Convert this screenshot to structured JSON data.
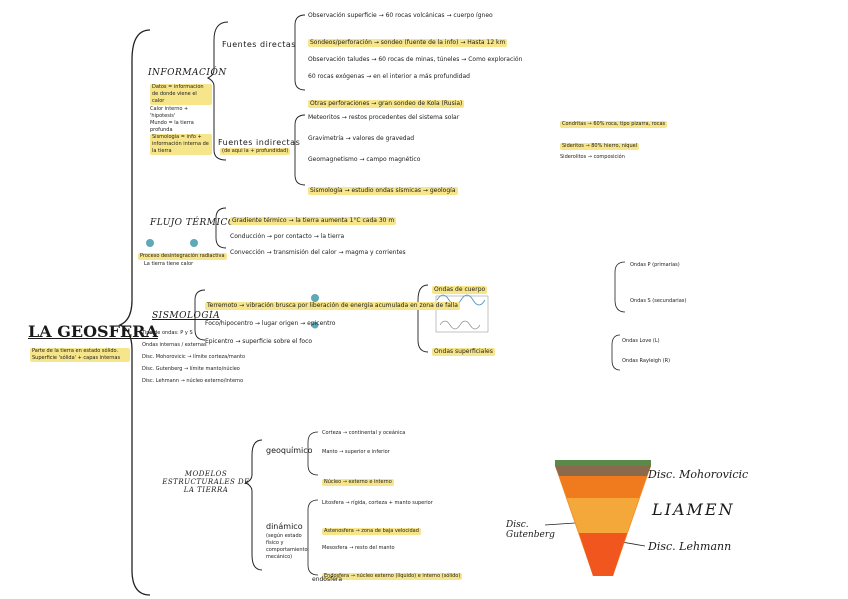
{
  "title": "LA GEOSFERA",
  "subtitle": "Parte de la tierra en estado sólido. Superficie 'sólida' + capas internas",
  "sections": {
    "info": {
      "label": "INFORMACIÓN",
      "notes": [
        "Datos = informacion de donde viene el calor",
        "Calor interno + 'hipotesis'",
        "Mundo = la tierra profunda",
        "Sismologia = info + información interna de la tierra"
      ],
      "direct": {
        "label": "Fuentes directas",
        "items": [
          "Observación superficie → 60 rocas volcánicas → cuerpo ígneo",
          "Sondeos/perforación → sondeo (fuente de la info) → Hasta 12 km",
          "Observación taludes → 60 rocas de minas, túneles → Como exploración",
          "60 rocas exógenas → en el interior a más profundidad",
          "Otras perforaciones → gran sondeo de Kola (Rusia)"
        ]
      },
      "indirect": {
        "label": "Fuentes indirectas",
        "sublabel": "(de aqui la + profundidad)",
        "items": [
          "Meteoritos → restos procedentes del sistema solar",
          "Gravimetría → valores de gravedad",
          "Geomagnetismo → campo magnético",
          "Sismología → estudio ondas sísmicas → geología"
        ],
        "right": [
          "Condritas → 60% roca, tipo pizarra, rocas",
          "Sideritos → 80% hierro, níquel",
          "Siderolitos → composición"
        ]
      }
    },
    "flujo": {
      "label": "FLUJO TÉRMICO",
      "items": [
        "Gradiente térmico → la tierra aumenta 1°C cada 30 m",
        "Conducción → por contacto → la tierra",
        "Convección → transmisión del calor → magma y corrientes"
      ],
      "notes": [
        "Proceso desintegración radiactiva",
        "La tierra tiene calor"
      ]
    },
    "sismo": {
      "label": "SISMOLOGÍA",
      "items": [
        "Terremoto → vibración brusca por liberación de energía acumulada en zona de falla",
        "Foco/hipocentro → lugar origen → epicentro",
        "Epicentro → superficie sobre el foco",
        "Ondas de cuerpo",
        "Ondas superficiales",
        "Ondas P (primarias)",
        "Ondas S (secundarias)",
        "Ondas Love (L)",
        "Ondas Rayleigh (R)"
      ],
      "left_notes": [
        "Tipo de ondas: P y S",
        "Ondas internas / externas",
        "Disc. Mohorovicic → límite corteza/manto",
        "Disc. Gutenberg → límite manto/núcleo",
        "Disc. Lehmann → núcleo externo/interno"
      ]
    },
    "modelos": {
      "label": "MODELOS ESTRUCTURALES DE LA TIERRA",
      "geo": {
        "label": "geoquímico",
        "items": [
          "Corteza → continental y oceánica",
          "Manto → superior e inferior",
          "Núcleo → externo e interno"
        ]
      },
      "din": {
        "label": "dinámico",
        "sublabel": "(según estado físico y comportamiento mecánico)",
        "items": [
          "Litosfera → rígida, corteza + manto superior",
          "Astenosfera → zona de baja velocidad",
          "Mesosfera → resto del manto",
          "Endosfera → núcleo externo (líquido) e interno (sólido)"
        ],
        "footer": "endosfera"
      }
    }
  },
  "earth_labels": {
    "moho": "Disc. Mohorovicic",
    "limen": "LIAMEN",
    "gutenberg": "Disc. Gutenberg",
    "lehmann": "Disc. Lehmann"
  }
}
